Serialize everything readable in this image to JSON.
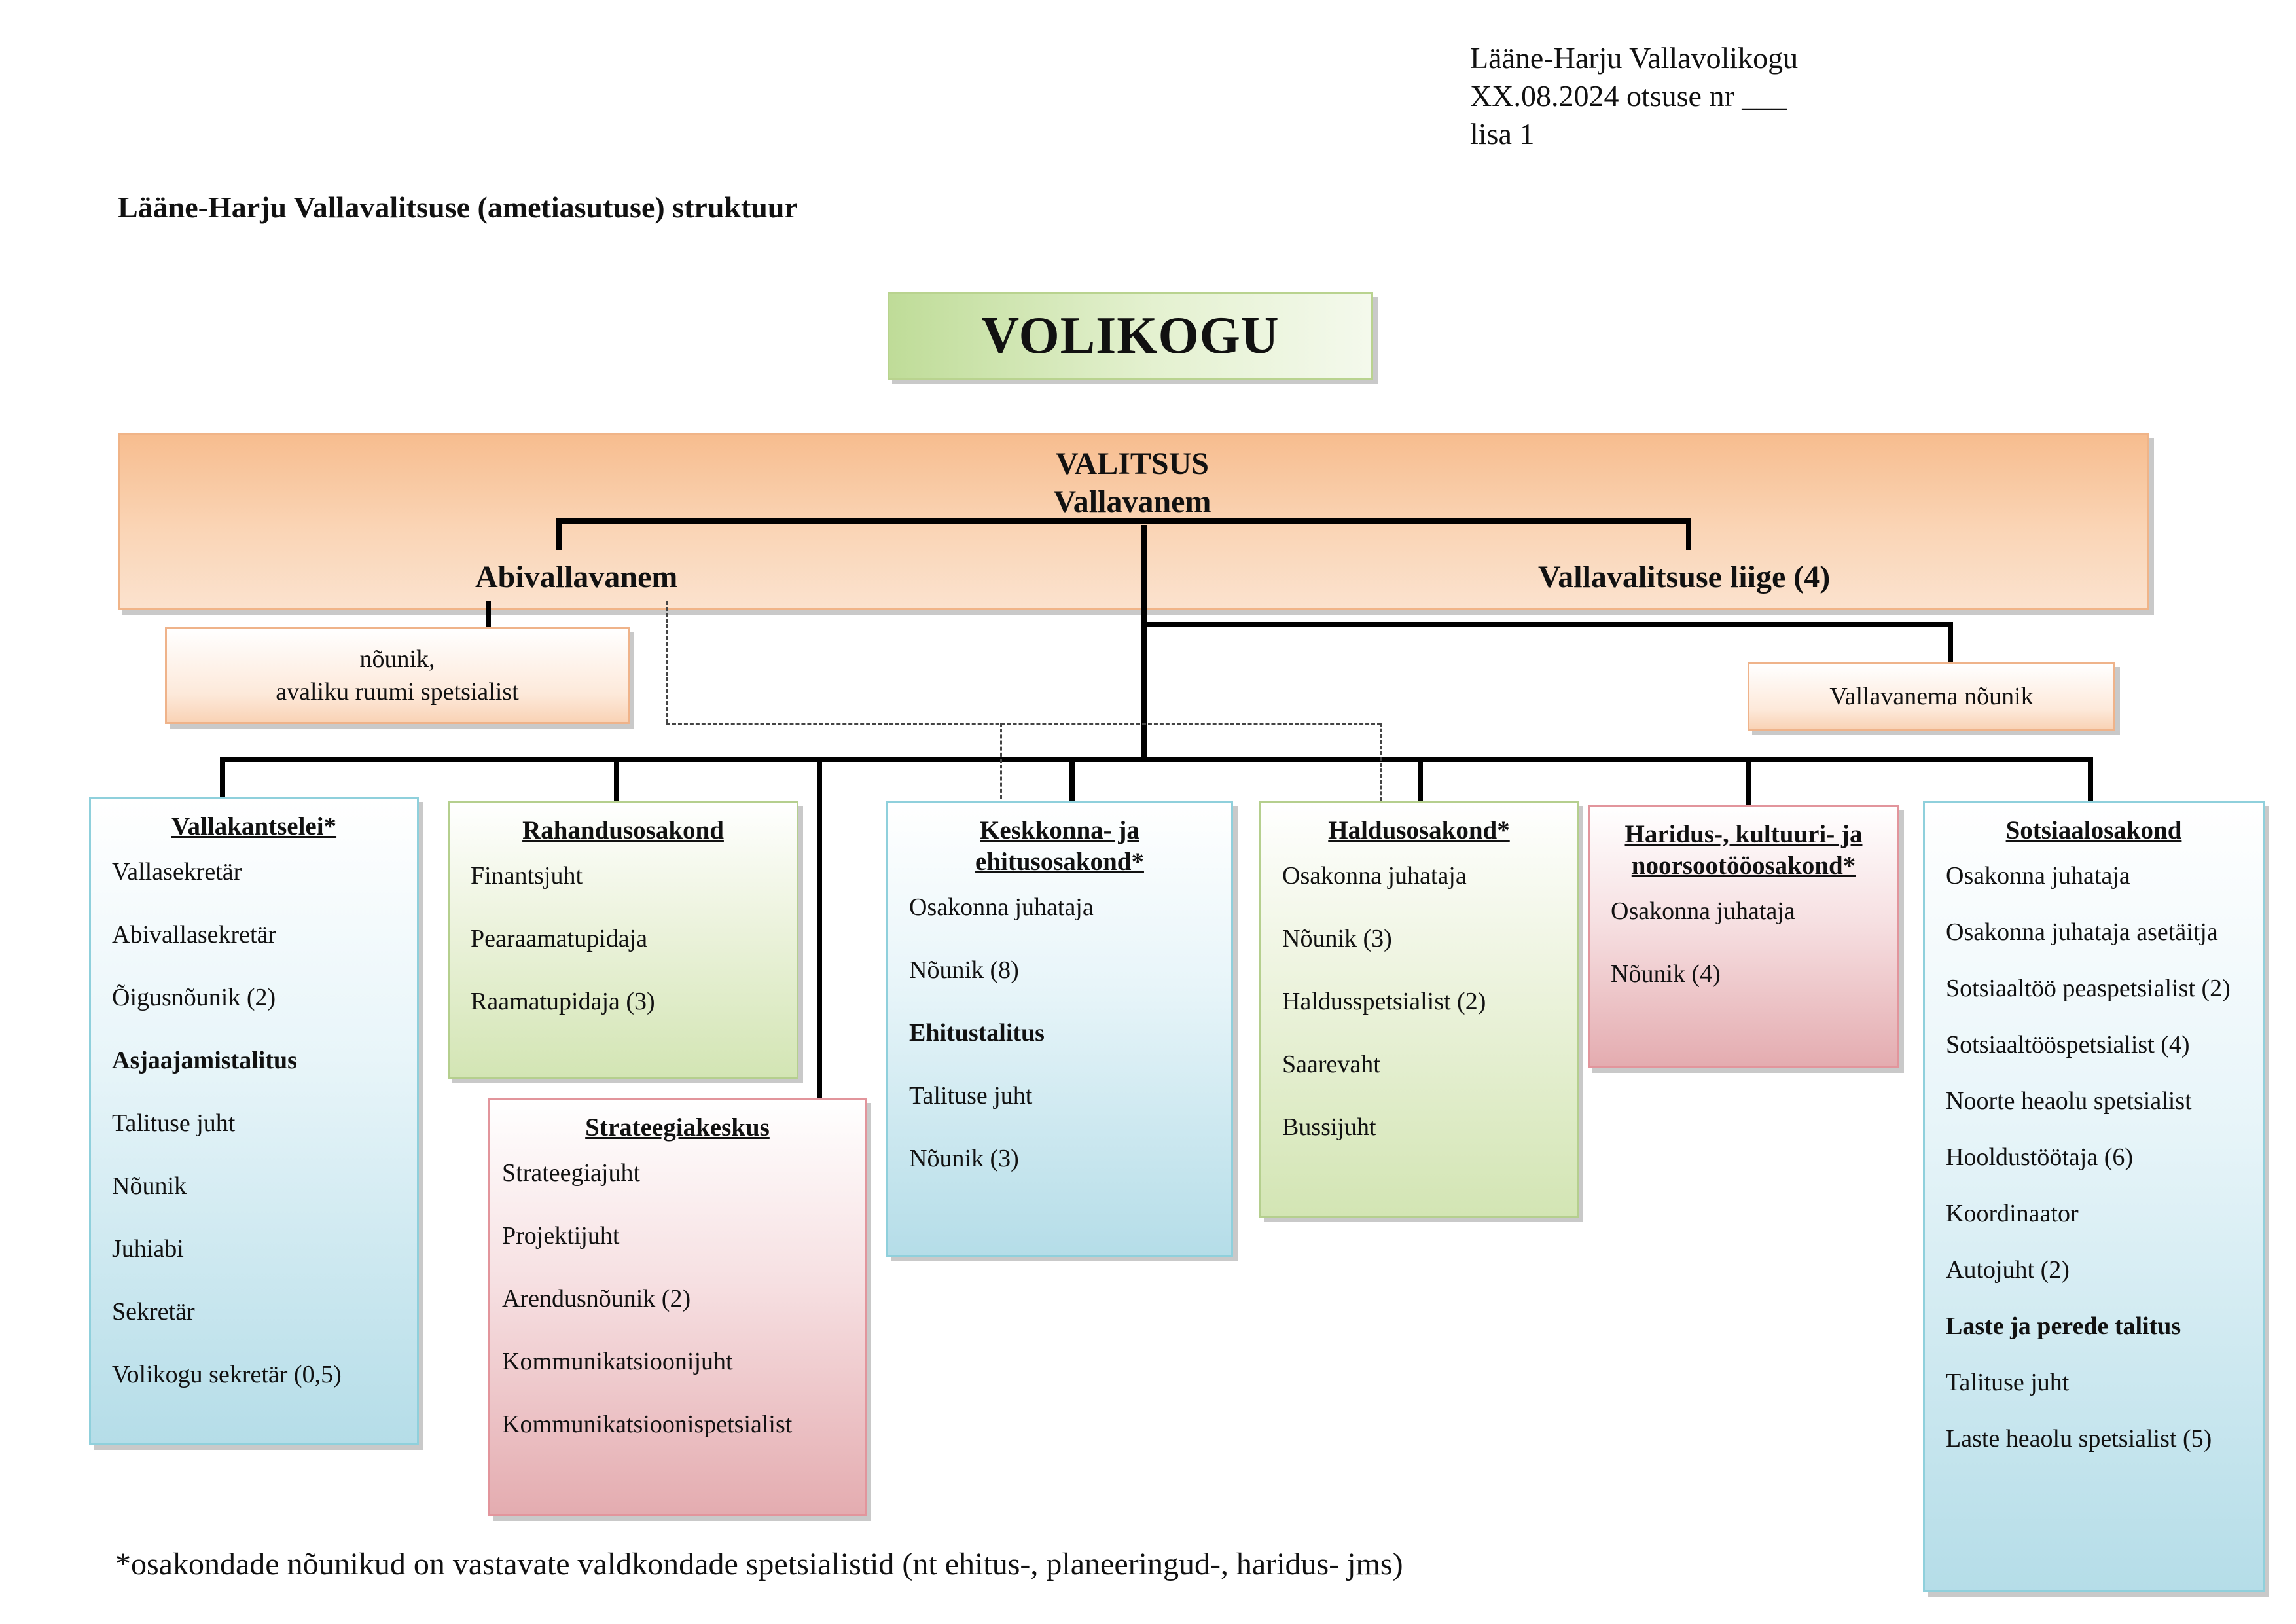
{
  "header": {
    "org": "Lääne-Harju Vallavolikogu",
    "decision": "XX.08.2024 otsuse nr ___",
    "annex": "lisa 1"
  },
  "title": "Lääne-Harju Vallavalitsuse (ametiasutuse) struktuur",
  "volikogu": "VOLIKOGU",
  "valitsus": {
    "title": "VALITSUS",
    "head": "Vallavanem",
    "deputy": "Abivallavanem",
    "members": "Vallavalitsuse liige (4)"
  },
  "advisers": {
    "deputy_adviser_line1": "nõunik,",
    "deputy_adviser_line2": "avaliku ruumi spetsialist",
    "mayor_adviser": "Vallavanema nõunik"
  },
  "departments": {
    "kantselei": {
      "title": "Vallakantselei*",
      "items": [
        "Vallasekretär",
        "Abivallasekretär",
        "Õigusnõunik (2)",
        "Asjaajamistalitus",
        "Talituse juht",
        "Nõunik",
        "Juhiabi",
        "Sekretär",
        "Volikogu sekretär (0,5)"
      ]
    },
    "rahandus": {
      "title": "Rahandusosakond",
      "items": [
        "Finantsjuht",
        "Pearaamatupidaja",
        "Raamatupidaja (3)"
      ]
    },
    "strateegia": {
      "title": "Strateegiakeskus",
      "items": [
        "Strateegiajuht",
        "Projektijuht",
        "Arendusnõunik (2)",
        "Kommunikatsioonijuht",
        "Kommunikatsioonispetsialist"
      ]
    },
    "keskkond": {
      "title_line1": "Keskkonna- ja",
      "title_line2": "ehitusosakond*",
      "items": [
        "Osakonna juhataja",
        "Nõunik (8)",
        "Ehitustalitus",
        "Talituse juht",
        "Nõunik (3)"
      ]
    },
    "haldus": {
      "title": "Haldusosakond*",
      "items": [
        "Osakonna juhataja",
        "Nõunik (3)",
        "Haldusspetsialist (2)",
        "Saarevaht",
        "Bussijuht"
      ]
    },
    "haridus": {
      "title_line1": "Haridus-, kultuuri- ja",
      "title_line2": "noorsootööosakond*",
      "items": [
        "Osakonna juhataja",
        "Nõunik (4)"
      ]
    },
    "sotsiaal": {
      "title": "Sotsiaalosakond",
      "items": [
        "Osakonna juhataja",
        "Osakonna juhataja asetäitja",
        "Sotsiaaltöö peaspetsialist (2)",
        "Sotsiaaltööspetsialist (4)",
        "Noorte heaolu spetsialist",
        "Hooldustöötaja (6)",
        "Koordinaator",
        "Autojuht (2)",
        "Laste ja perede talitus",
        "Talituse juht",
        "Laste heaolu spetsialist (5)"
      ]
    }
  },
  "footnote": "*osakondade nõunikud on vastavate valdkondade spetsialistid (nt ehitus-, planeeringud-, haridus- jms)"
}
